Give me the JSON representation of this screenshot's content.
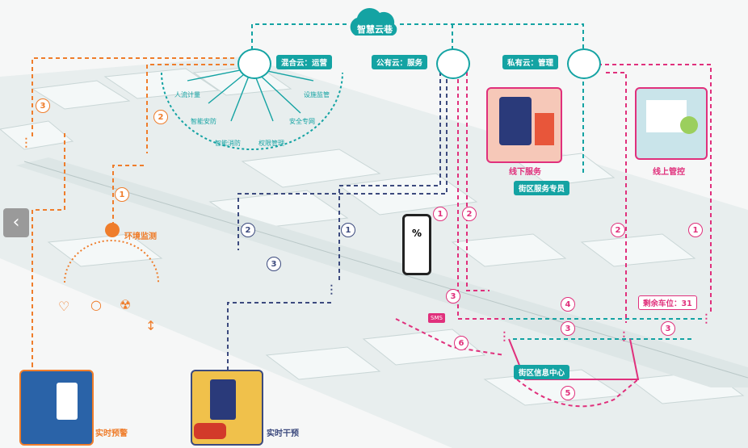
{
  "title": "智慧云巷",
  "clouds": {
    "hybrid": "混合云：运营",
    "public": "公有云：服务",
    "private": "私有云：管理"
  },
  "hybrid_modules": [
    "人流计量",
    "设施监管",
    "智能安防",
    "智能消防",
    "权限管理",
    "安全专网"
  ],
  "labels": {
    "env_monitor": "环境监测",
    "offline_service": "线下服务",
    "online_control": "线上管控",
    "street_service": "街区服务专员",
    "info_center": "街区信息中心",
    "parking": "剩余车位：31",
    "realtime_warning": "实时预警",
    "realtime_intervene": "实时干预",
    "sms": "SMS",
    "percent": "%"
  },
  "step_numbers": {
    "orange": [
      "3",
      "2",
      "1"
    ],
    "navy": [
      "2",
      "3",
      "1"
    ],
    "pink": [
      "1",
      "2",
      "3",
      "6",
      "5",
      "2",
      "1"
    ],
    "teal": [
      "4",
      "3",
      "3"
    ]
  },
  "colors": {
    "teal": "#14a3a3",
    "orange": "#ef7d2b",
    "navy": "#3c4a7e",
    "pink": "#e0307c",
    "city": "#d9e3e3"
  },
  "icons": [
    "back-arrow-icon",
    "cloud-icon",
    "wifi-icon",
    "robot-icon",
    "heart-icon",
    "drop-icon",
    "radiation-icon",
    "thermometer-icon"
  ]
}
